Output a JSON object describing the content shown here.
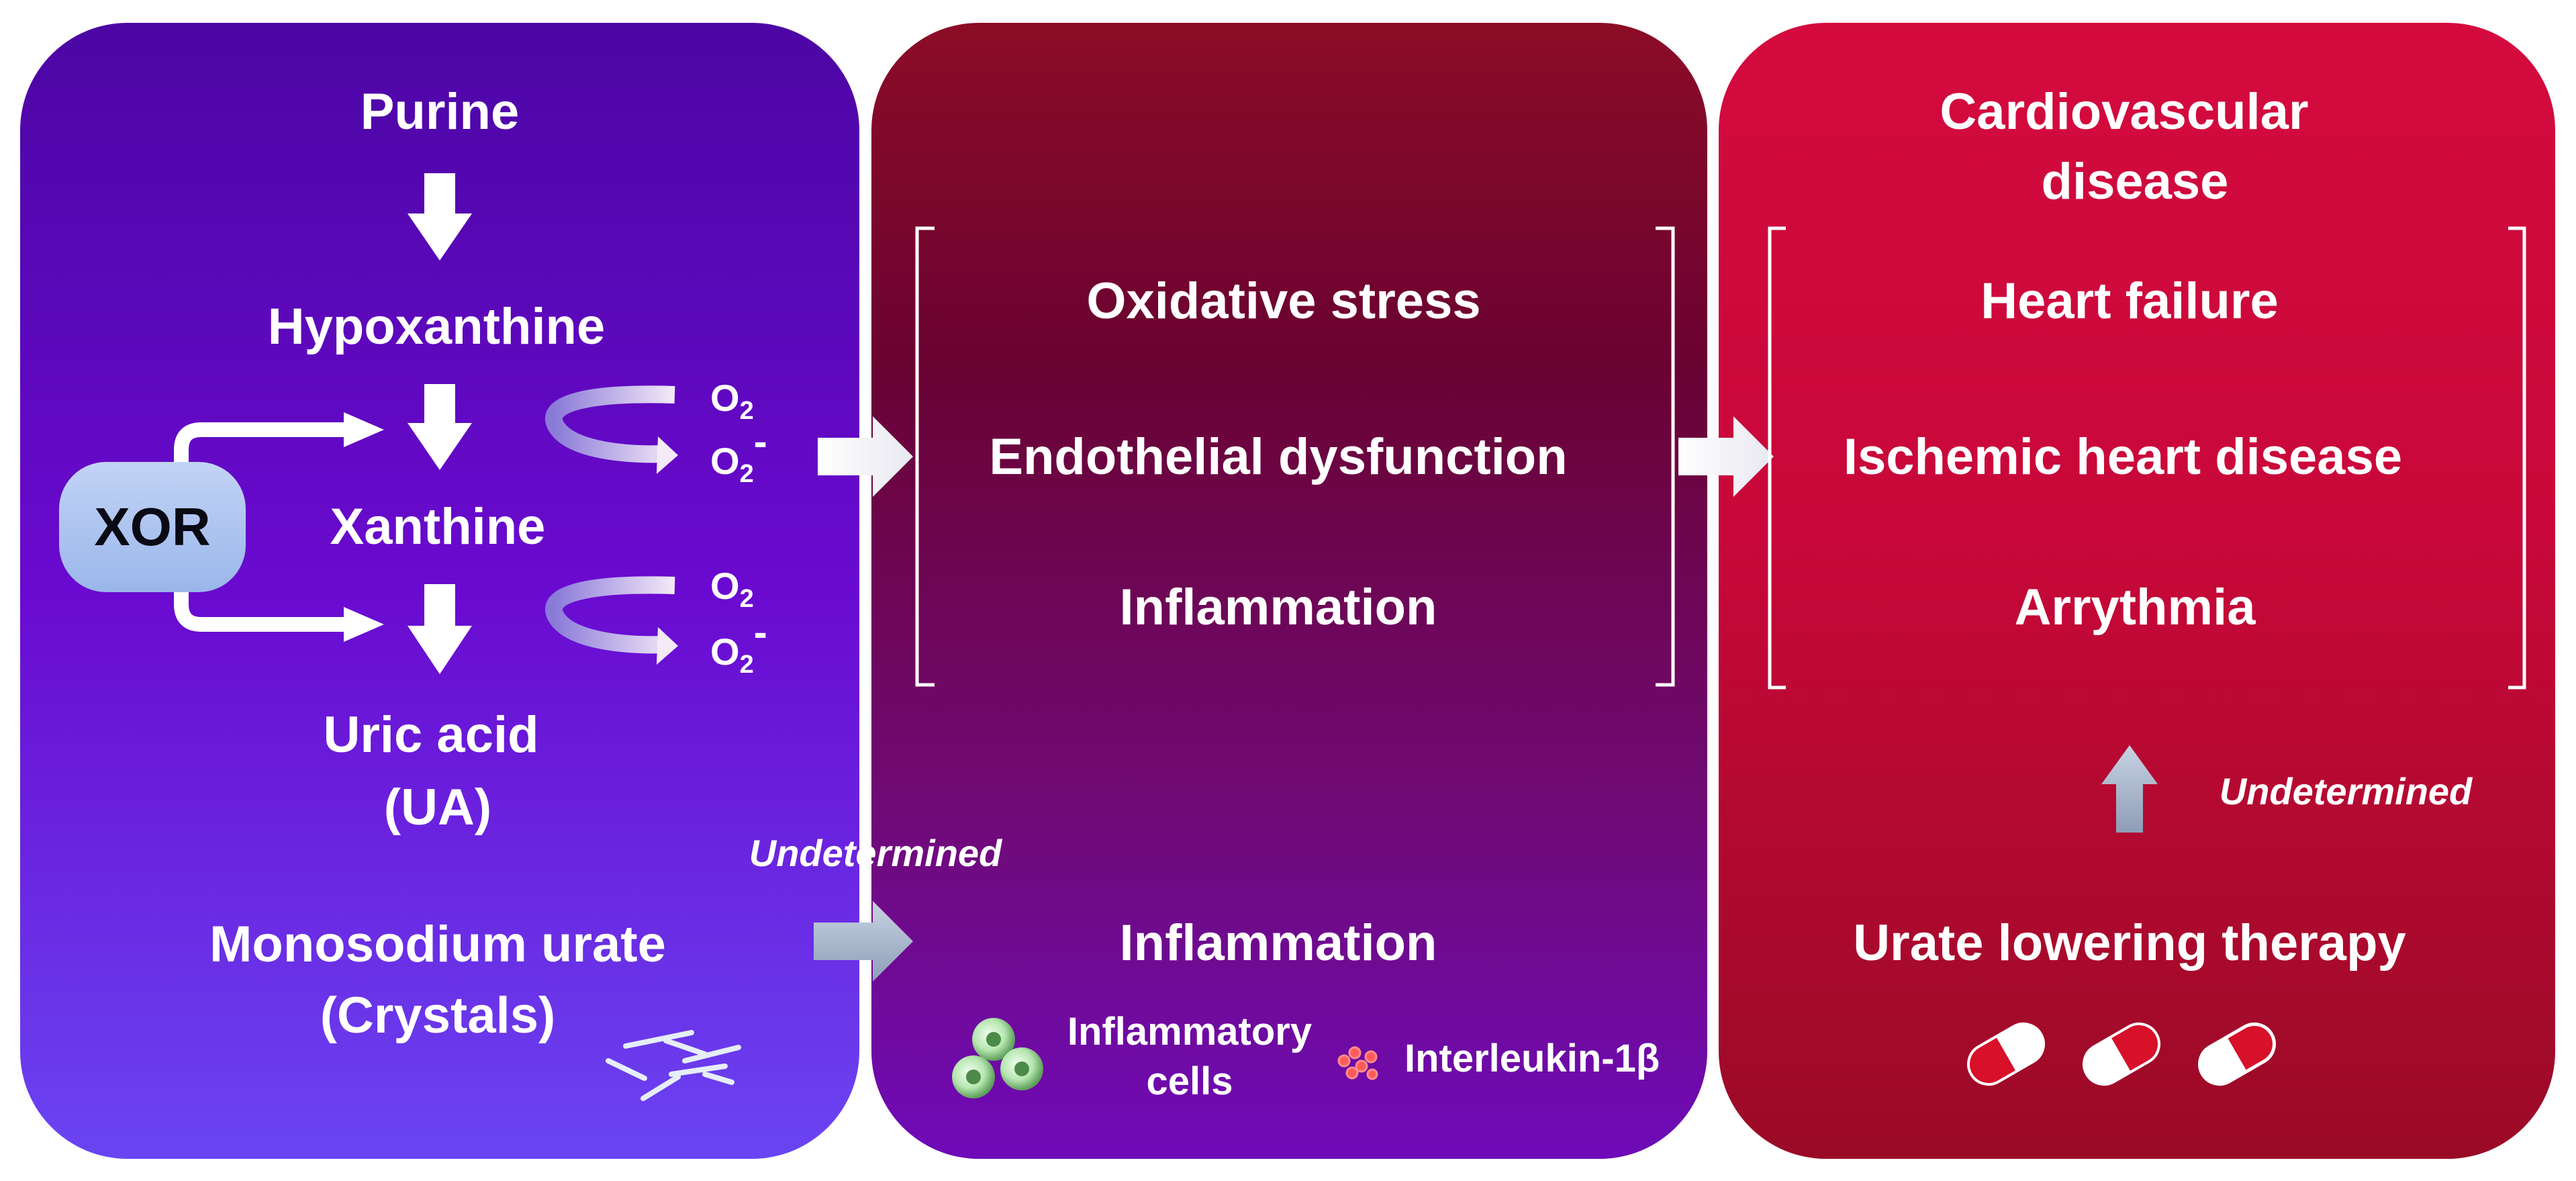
{
  "panel_left": {
    "purine": "Purine",
    "hypoxanthine": "Hypoxanthine",
    "xanthine": "Xanthine",
    "uric_acid_1": "Uric acid",
    "uric_acid_2": "(UA)",
    "xor": "XOR",
    "o2_top": "O",
    "o2_top_sub": "2",
    "o2m_top": "O",
    "o2m_top_sub": "2",
    "o2m_top_sup": "-",
    "o2_bottom": "O",
    "o2_bottom_sub": "2",
    "o2m_bottom": "O",
    "o2m_bottom_sub": "2",
    "o2m_bottom_sup": "-",
    "msu_1": "Monosodium urate",
    "msu_2": "(Crystals)"
  },
  "panel_middle": {
    "item_1": "Oxidative stress",
    "item_2": "Endothelial dysfunction",
    "item_3": "Inflammation",
    "undetermined": "Undetermined",
    "inflammation_bottom": "Inflammation",
    "inflammatory_cells_1": "Inflammatory",
    "inflammatory_cells_2": "cells",
    "interleukin": "Interleukin-1β"
  },
  "panel_right": {
    "title_1": "Cardiovascular",
    "title_2": "disease",
    "item_1": "Heart failure",
    "item_2": "Ischemic heart disease",
    "item_3": "Arrythmia",
    "undetermined": "Undetermined",
    "therapy": "Urate lowering therapy"
  },
  "icons": [
    "down-arrow-icon",
    "right-arrow-icon",
    "up-arrow-icon",
    "circular-arrow-icon",
    "crystal-icon",
    "cell-icon",
    "molecule-icon",
    "pill-icon"
  ],
  "colors": {
    "left_top": "#4a07a6",
    "left_bottom": "#6a3cf0",
    "middle_top": "#8a0d2a",
    "middle_bottom": "#6e0aa8",
    "right_top": "#cf0a3c",
    "right_bottom": "#a00a28",
    "xor_box": "#a9c4f0",
    "gray_arrow": "#a6b4cc"
  }
}
